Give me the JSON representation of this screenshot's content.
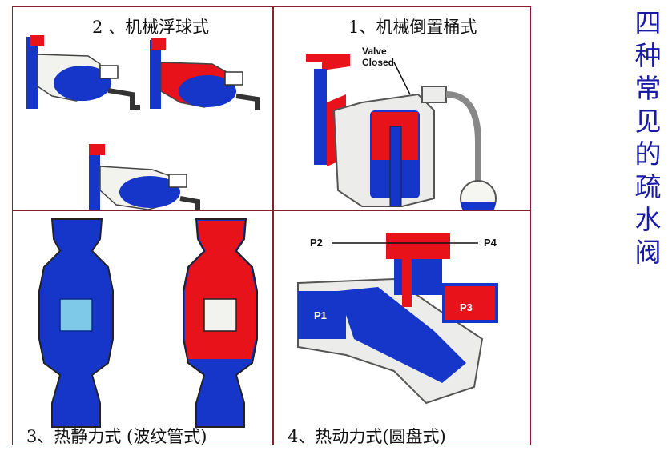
{
  "panels": {
    "float": {
      "title": "2 、机械浮球式"
    },
    "bucket": {
      "title": "1、机械倒置桶式",
      "annotation_line1": "Valve",
      "annotation_line2": "Closed"
    },
    "thermostatic": {
      "title": "3、热静力式 (波纹管式)"
    },
    "disc": {
      "title": "4、热动力式(圆盘式)",
      "p1": "P1",
      "p2": "P2",
      "p3": "P3",
      "p4": "P4"
    }
  },
  "side_title": [
    "四",
    "种",
    "常",
    "见",
    "的",
    "疏",
    "水",
    "阀"
  ],
  "colors": {
    "steam": "#e8121b",
    "condensate": "#1536c8",
    "border": "#8b1e2e",
    "side_text": "#1a1aa8"
  }
}
